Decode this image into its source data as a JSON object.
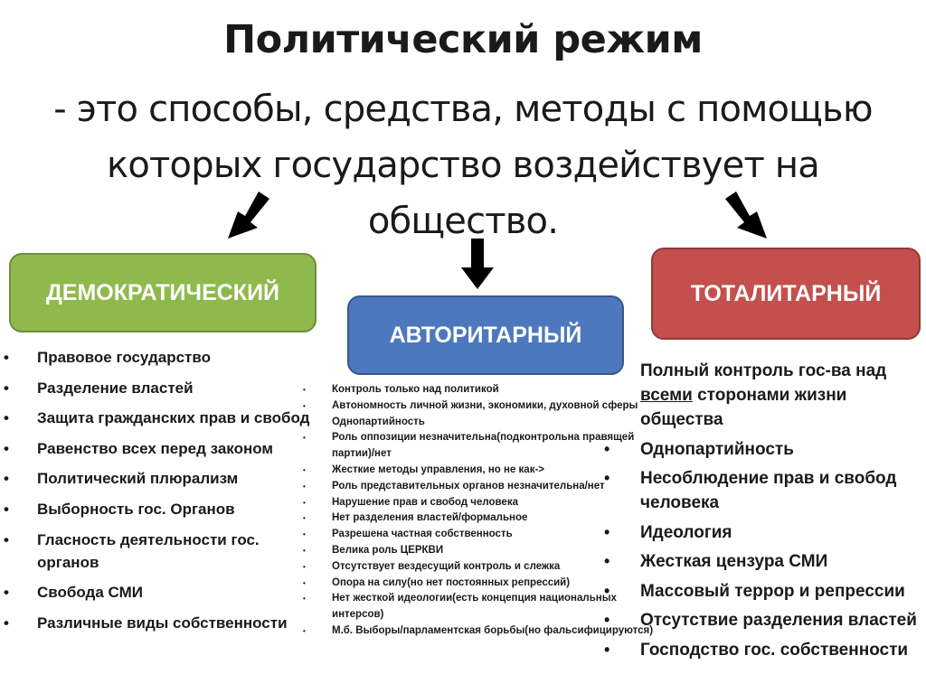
{
  "title": "Политический режим",
  "definition": "- это способы, средства, методы с помощью которых государство воздействует на общество.",
  "regimes": {
    "democratic": {
      "label": "ДЕМОКРАТИЧЕСКИЙ",
      "color": "#8fb94c",
      "bullet": "•",
      "items": [
        "Правовое государство",
        "Разделение властей",
        "Защита гражданских прав и свобод",
        "Равенство всех перед законом",
        "Политический плюрализм",
        "Выборность гос. Органов",
        "Гласность деятельности гос. органов",
        "Свобода СМИ",
        "Различные виды собственности"
      ]
    },
    "authoritarian": {
      "label": "АВТОРИТАРНЫЙ",
      "color": "#4d78bd",
      "bullet": "•",
      "items": [
        "Контроль только над политикой",
        "Автономность личной жизни, экономики, духовной сферы",
        "Однопартийность",
        "Роль оппозиции незначительна(подконтрольна правящей партии)/нет",
        "Жесткие методы управления, но не как->",
        "Роль представительных органов незначительна/нет",
        "Нарушение прав и свобод человека",
        "Нет разделения властей/формальное",
        "Разрешена частная собственность",
        "Велика роль ЦЕРКВИ",
        "Отсутствует вездесущий контроль и слежка",
        "Опора на силу(но нет постоянных репрессий)",
        "Нет жесткой идеологии(есть концепция национальных интерсов)",
        "М.б. Выборы/парламентская борьбы(но фальсифицируются)"
      ]
    },
    "totalitarian": {
      "label": "ТОТАЛИТАРНЫЙ",
      "color": "#c3504d",
      "bullet": "•",
      "first_item": {
        "before": "Полный контроль гос-ва над ",
        "underlined": "всеми",
        "after": " сторонами жизни общества"
      },
      "items": [
        "Однопартийность",
        "Несоблюдение прав и свобод человека",
        "Идеология",
        "Жесткая цензура СМИ",
        "Массовый террор и репрессии",
        "Отсутствие разделения властей",
        "Господство гос. собственности"
      ]
    }
  },
  "arrow_color": "#000000"
}
